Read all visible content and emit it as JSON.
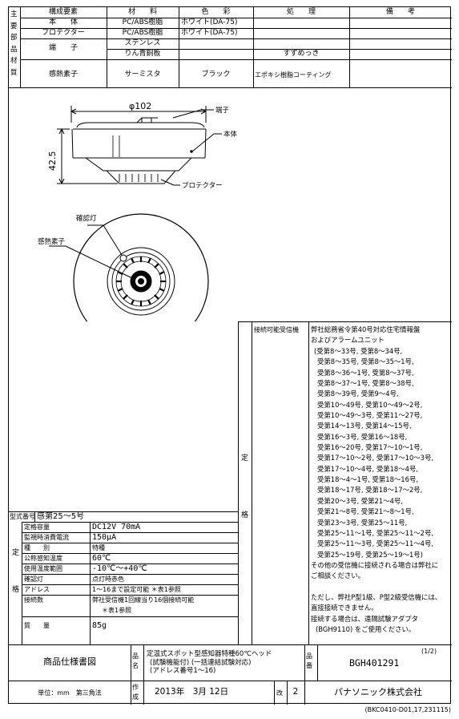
{
  "materials": {
    "side_label": [
      "主",
      "要",
      "部",
      "品",
      "材",
      "質"
    ],
    "headers": {
      "element": "構成要素",
      "material": "材　　料",
      "color": "色　　彩",
      "treatment": "処　　理",
      "remarks": "備　　考"
    },
    "rows": [
      {
        "element": "本　　体",
        "material": "PC/ABS樹脂",
        "color": "ホワイト(DA-75)",
        "treatment": ""
      },
      {
        "element": "プロテクター",
        "material": "PC/ABS樹脂",
        "color": "ホワイト(DA-75)",
        "treatment": ""
      },
      {
        "element": "端　　子",
        "material": "ステンレス",
        "color": "",
        "treatment": ""
      },
      {
        "element": "",
        "material": "りん青銅板",
        "color": "",
        "treatment": "すずめっき"
      },
      {
        "element": "感熱素子",
        "material": "サーミスタ",
        "color": "ブラック",
        "treatment": "エポキシ樹脂コーティング"
      }
    ]
  },
  "drawing": {
    "diameter": "φ102",
    "height": "42.5",
    "terminal": "端子",
    "body": "本体",
    "protector": "プロテクター",
    "indicator": "確認灯",
    "sensor": "感熱素子"
  },
  "connect": {
    "side_char_1": "定",
    "side_char_2": "格",
    "header": "接続可能受信機",
    "intro": [
      "弊社総務省令第40号対応住宅情報盤",
      "およびアラームユニット"
    ],
    "models": [
      "(受第8～33号, 受第8～34号,",
      "受第8～35号, 受第8～35～1号,",
      "受第8～36～1号, 受第8～37号,",
      "受第8～37～1号, 受第8～38号,",
      "受第8～39号, 受第9～4号,",
      "受第10～49号, 受第10～49～2号,",
      "受第10～49～3号, 受第11～27号,",
      "受第14～13号, 受第14～15号,",
      "受第16～3号, 受第16～18号,",
      "受第16～20号, 受第17～10～1号,",
      "受第17～10～2号, 受第17～10～3号,",
      "受第17～10～4号, 受第18～4号,",
      "受第18～4～1号, 受第18～16号,",
      "受第18～17号, 受第18～17～2号,",
      "受第20～3号, 受第21～4号,",
      "受第21～8号, 受第21～8～1号,",
      "受第23～3号, 受第25～11号,",
      "受第25～11～1号, 受第25～11～2号,",
      "受第25～11～3号, 受第25～11～4号,",
      "受第25～19号, 受第25～19～1号)"
    ],
    "notes": [
      "その他の受信機に接続される場合は弊社に",
      "ご相談ください。",
      "",
      "ただし、弊社P型1級、P型2級受信機には、",
      "直接接続できません。",
      "接続する場合は、遠隔試験アダプタ",
      "(BGH9110) をご使用ください。"
    ]
  },
  "specs": {
    "type_label": "型式番号",
    "type_value": "感第25～5号",
    "side_char_1": "定",
    "side_char_2": "格",
    "rows": [
      {
        "label": "定格容量",
        "value": "DC12V 70mA"
      },
      {
        "label": "監視時消費電流",
        "value": "150μA"
      },
      {
        "label": "種　　別",
        "value": "特種"
      },
      {
        "label": "公称感知温度",
        "value": "60℃"
      },
      {
        "label": "使用温度範囲",
        "value": "-10℃～+40℃"
      },
      {
        "label": "確認灯",
        "value": "点灯時赤色"
      },
      {
        "label": "アドレス",
        "value": "1～16まで設定可能 ＊表1参照"
      },
      {
        "label": "接続数",
        "value": "弊社受信機1回線当り16個接続可能"
      },
      {
        "label": "",
        "value": "＊表1参照"
      },
      {
        "label": "質　　量",
        "value": "85g"
      }
    ]
  },
  "footer": {
    "doc_title": "商品仕様書図",
    "name_label": [
      "品",
      "名"
    ],
    "product_name": [
      "定温式スポット型感知器特種60℃ヘッド",
      "(試験機能付) (一括連結試験対応)",
      "(アドレス番号1～16)"
    ],
    "number_label": [
      "品",
      "番"
    ],
    "page": "(1/2)",
    "part_number": "BGH401291",
    "unit": "単位：mm　第三角法",
    "made_label": [
      "作",
      "成"
    ],
    "date": "2013年　3月 12日",
    "rev_label": "改",
    "rev": "2",
    "company": "パナソニック株式会社"
  },
  "doc_code": "(BKC0410-D01,17,231115)"
}
